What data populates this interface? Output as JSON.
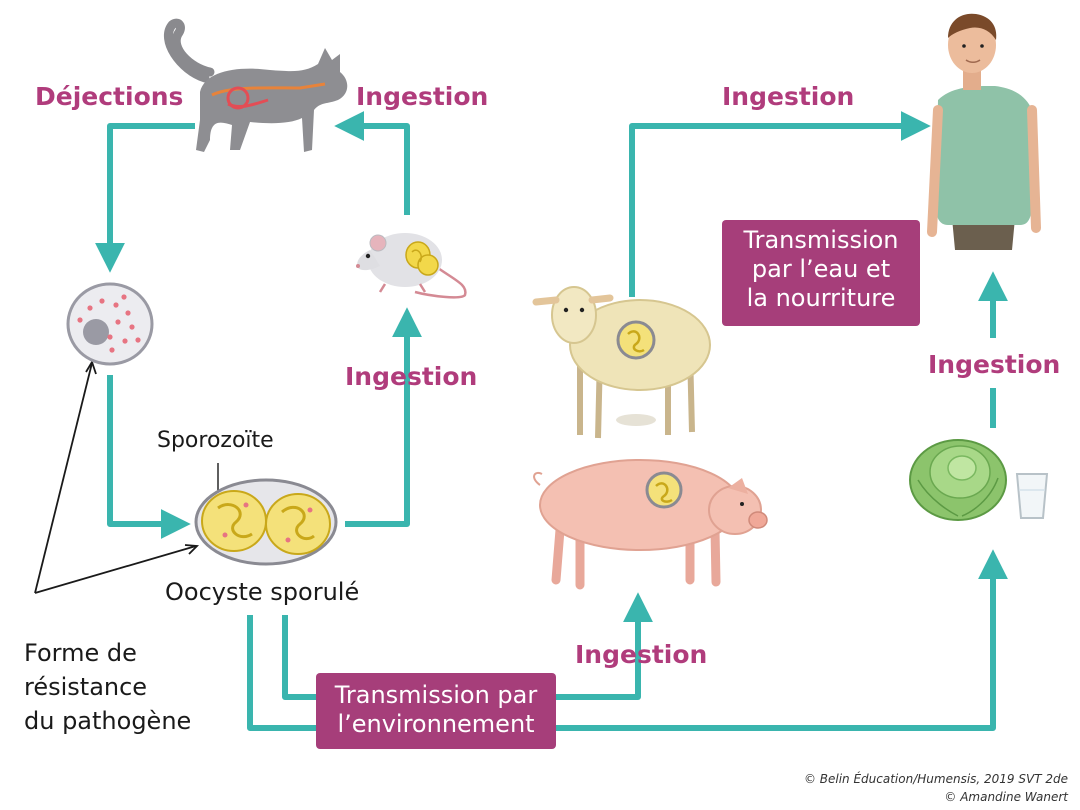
{
  "arrow_color": "#3ab5ae",
  "label_color": "#b03c7c",
  "box_color": "#a63e7a",
  "labels": {
    "dejections": "Déjections",
    "ingestion_cat": "Ingestion",
    "ingestion_mouse": "Ingestion",
    "ingestion_human_top": "Ingestion",
    "ingestion_human_right": "Ingestion",
    "ingestion_pig": "Ingestion",
    "sporozoite": "Sporozoïte",
    "oocyste": "Oocyste sporulé",
    "forme_line1": "Forme de",
    "forme_line2": "résistance",
    "forme_line3": "du pathogène"
  },
  "boxes": {
    "eau_line1": "Transmission",
    "eau_line2": "par l’eau et",
    "eau_line3": "la nourriture",
    "env_line1": "Transmission par",
    "env_line2": "l’environnement"
  },
  "credits": {
    "line1": "© Belin Éducation/Humensis, 2019 SVT 2de",
    "line2": "© Amandine Wanert"
  },
  "icons": [
    "cat-icon",
    "mouse-icon",
    "oocyst-icon",
    "sporulated-oocyst-icon",
    "sheep-icon",
    "pig-icon",
    "human-icon",
    "lettuce-icon",
    "water-glass-icon"
  ]
}
